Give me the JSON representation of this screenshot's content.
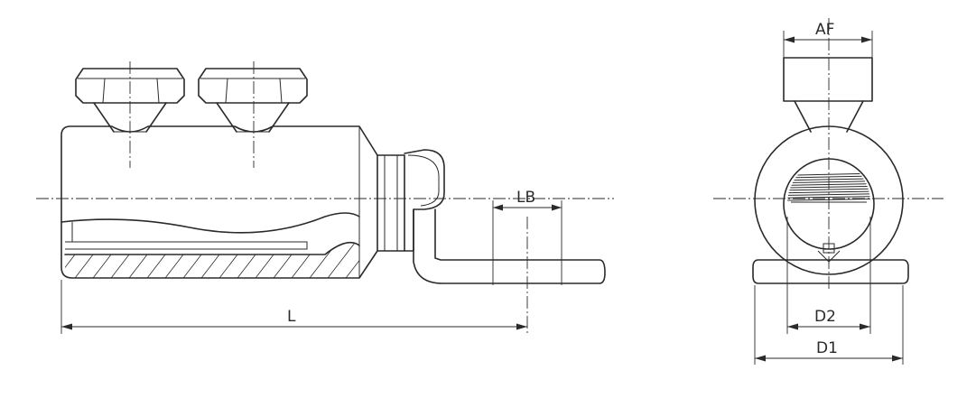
{
  "dimensions": {
    "length": "L",
    "lug_bolt": "LB",
    "across_flats": "AF",
    "inner_diameter": "D2",
    "outer_diameter": "D1"
  }
}
